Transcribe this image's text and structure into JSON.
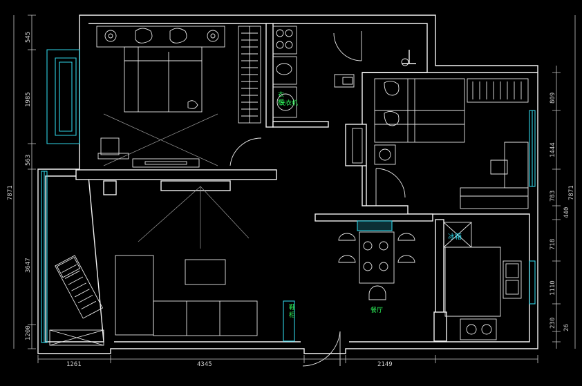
{
  "plan": {
    "dims_left": [
      "545",
      "1985",
      "563",
      "3647",
      "1200"
    ],
    "dims_left_total": "7871",
    "dims_right": [
      "809",
      "1444",
      "783",
      "440",
      "718",
      "1110",
      "230",
      "26"
    ],
    "dims_right_total": "7871",
    "dims_bottom": [
      "1261",
      "4345",
      "2149"
    ],
    "labels": {
      "wardrobe": "衣柜",
      "washer": "洗衣机",
      "fridge": "冰箱",
      "dining": "餐厅",
      "cabinet": "鞋柜"
    }
  }
}
